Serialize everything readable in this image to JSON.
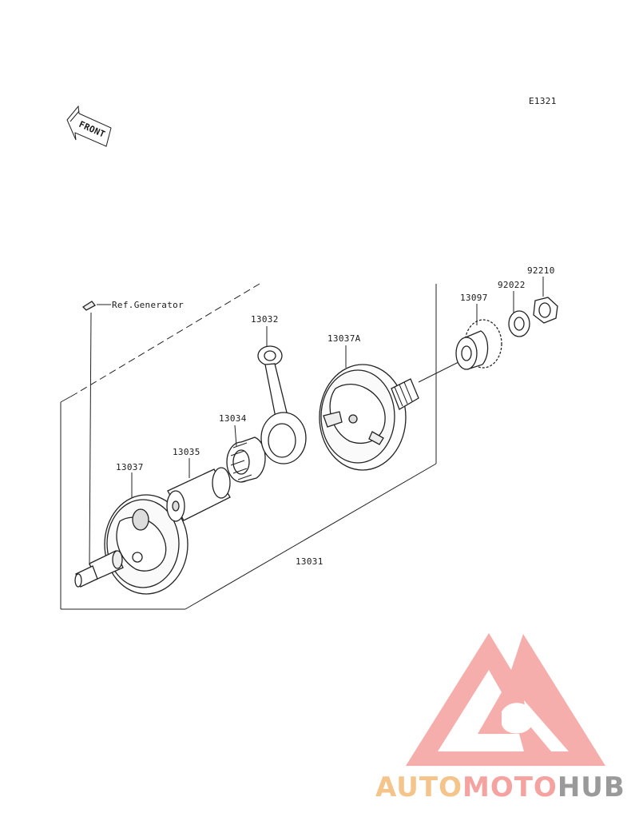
{
  "diagram": {
    "code": "E1321",
    "front_marker": "FRONT",
    "ref_label": "Ref.Generator",
    "callouts": {
      "p13031": "13031",
      "p13032": "13032",
      "p13034": "13034",
      "p13035": "13035",
      "p13037": "13037",
      "p13037a": "13037A",
      "p13097": "13097",
      "p92022": "92022",
      "p92210": "92210"
    }
  },
  "watermark": {
    "part1": "AUTO",
    "part2": "MOTO",
    "part3": "HUB",
    "colors": {
      "auto": "#f5c48a",
      "moto": "#f4a3a0",
      "hub": "#9a9a9a",
      "logo": "#f5a6a2"
    }
  }
}
